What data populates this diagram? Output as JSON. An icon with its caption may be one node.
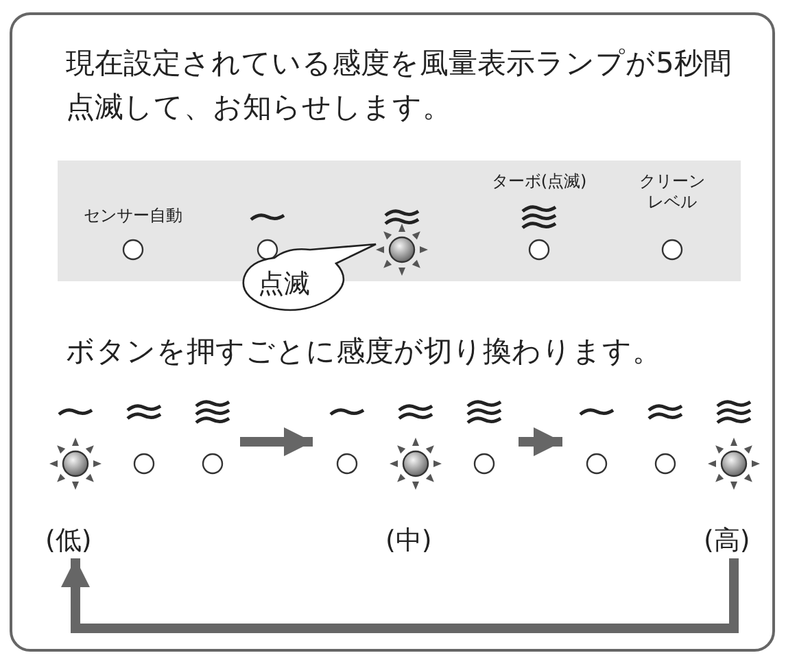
{
  "diagram": {
    "nodes": [
      {
        "text": [
          "(低)"
        ]
      },
      {
        "text": [
          "(中)"
        ]
      },
      {
        "text": [
          "(高)"
        ]
      }
    ],
    "edges": [
      {
        "from": 0,
        "to": 1,
        "arrow": "to"
      },
      {
        "from": 1,
        "to": 2,
        "arrow": "to"
      },
      {
        "from": 2,
        "to": 0,
        "arrow": "to"
      }
    ],
    "labels": [
      "現在設定されている感度を風量表示ランプが5秒間点滅して、お知らせします。",
      "センサー自動",
      "ターボ(点滅)",
      "クリーンレベル",
      "点滅",
      "ボタンを押すごとに感度が切り換わります。"
    ]
  }
}
